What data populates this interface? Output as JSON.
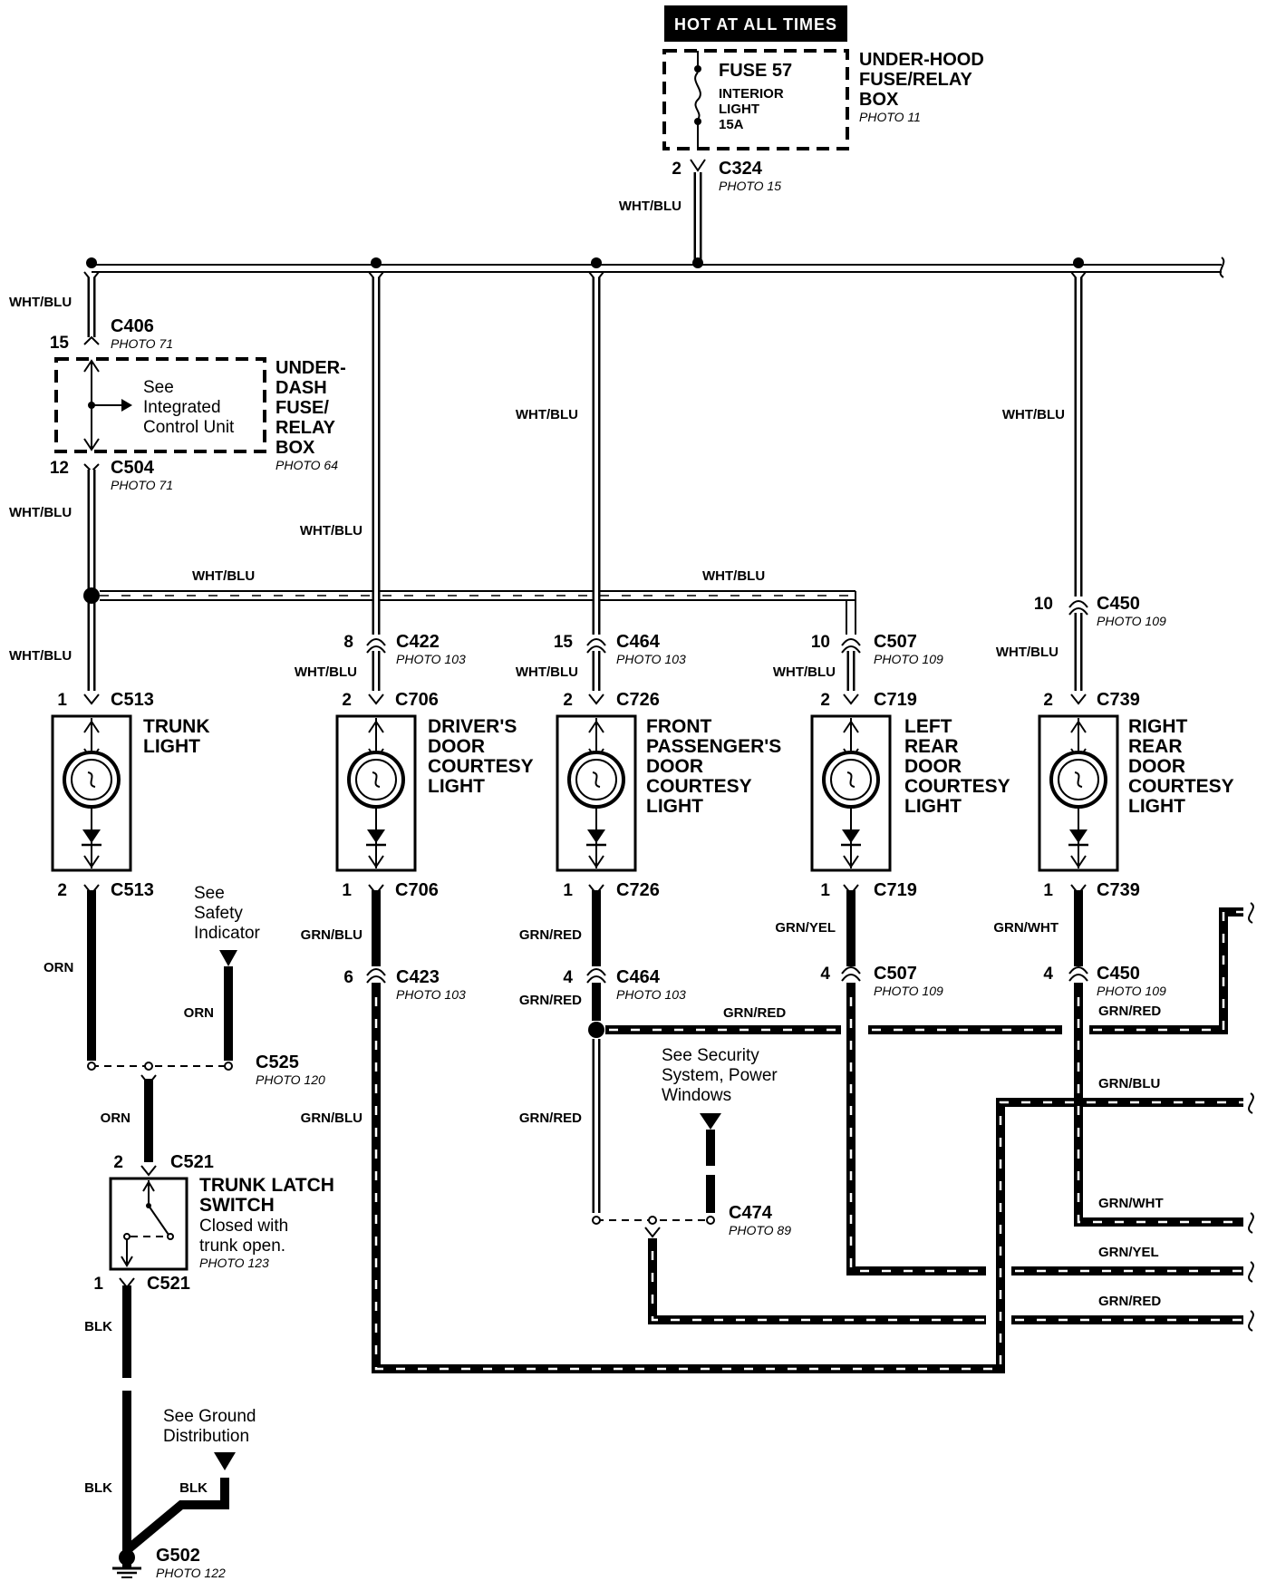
{
  "header": {
    "hot_label": "HOT AT ALL TIMES",
    "fuse_name": "FUSE 57",
    "fuse_desc1": "INTERIOR",
    "fuse_desc2": "LIGHT",
    "fuse_rating": "15A",
    "box_line1": "UNDER-HOOD",
    "box_line2": "FUSE/RELAY",
    "box_line3": "BOX",
    "box_photo": "PHOTO 11",
    "c324_pin": "2",
    "c324": "C324",
    "c324_photo": "PHOTO 15"
  },
  "underdash": {
    "c406_pin": "15",
    "c406": "C406",
    "c406_photo": "PHOTO 71",
    "see1": "See",
    "see2": "Integrated",
    "see3": "Control Unit",
    "title1": "UNDER-",
    "title2": "DASH",
    "title3": "FUSE/",
    "title4": "RELAY",
    "title5": "BOX",
    "photo": "PHOTO 64",
    "c504_pin": "12",
    "c504": "C504",
    "c504_photo": "PHOTO 71"
  },
  "wire_colors": {
    "wht_blu": "WHT/BLU",
    "orn": "ORN",
    "blk": "BLK",
    "grn_blu": "GRN/BLU",
    "grn_red": "GRN/RED",
    "grn_yel": "GRN/YEL",
    "grn_wht": "GRN/WHT"
  },
  "lights": [
    {
      "top_pin": "1",
      "top_conn": "C513",
      "name1": "TRUNK",
      "name2": "LIGHT",
      "name3": "",
      "name4": "",
      "name5": "",
      "bot_pin": "2",
      "bot_conn": "C513"
    },
    {
      "top_pin": "2",
      "top_conn": "C706",
      "name1": "DRIVER'S",
      "name2": "DOOR",
      "name3": "COURTESY",
      "name4": "LIGHT",
      "name5": "",
      "bot_pin": "1",
      "bot_conn": "C706"
    },
    {
      "top_pin": "2",
      "top_conn": "C726",
      "name1": "FRONT",
      "name2": "PASSENGER'S",
      "name3": "DOOR",
      "name4": "COURTESY",
      "name5": "LIGHT",
      "bot_pin": "1",
      "bot_conn": "C726"
    },
    {
      "top_pin": "2",
      "top_conn": "C719",
      "name1": "LEFT",
      "name2": "REAR",
      "name3": "DOOR",
      "name4": "COURTESY",
      "name5": "LIGHT",
      "bot_pin": "1",
      "bot_conn": "C719"
    },
    {
      "top_pin": "2",
      "top_conn": "C739",
      "name1": "RIGHT",
      "name2": "REAR",
      "name3": "DOOR",
      "name4": "COURTESY",
      "name5": "LIGHT",
      "bot_pin": "1",
      "bot_conn": "C739"
    }
  ],
  "connectors": {
    "c422_pin": "8",
    "c422": "C422",
    "c422_photo": "PHOTO 103",
    "c464_pin": "15",
    "c464": "C464",
    "c464_photo": "PHOTO 103",
    "c507_pin": "10",
    "c507": "C507",
    "c507_photo": "PHOTO 109",
    "c450_pin": "10",
    "c450": "C450",
    "c450_photo": "PHOTO 109",
    "c423_pin": "6",
    "c423": "C423",
    "c423_photo": "PHOTO 103",
    "c464b_pin": "4",
    "c464b": "C464",
    "c464b_photo": "PHOTO 103",
    "c507b_pin": "4",
    "c507b": "C507",
    "c507b_photo": "PHOTO 109",
    "c450b_pin": "4",
    "c450b": "C450",
    "c450b_photo": "PHOTO 109",
    "c525": "C525",
    "c525_photo": "PHOTO 120",
    "c474": "C474",
    "c474_photo": "PHOTO 89"
  },
  "trunk": {
    "see1": "See",
    "see2": "Safety",
    "see3": "Indicator",
    "c521_top_pin": "2",
    "c521_top": "C521",
    "switch1": "TRUNK LATCH",
    "switch2": "SWITCH",
    "switch3": "Closed with",
    "switch4": "trunk open.",
    "switch_photo": "PHOTO 123",
    "c521_bot_pin": "1",
    "c521_bot": "C521"
  },
  "security": {
    "line1": "See Security",
    "line2": "System, Power",
    "line3": "Windows"
  },
  "ground": {
    "see1": "See Ground",
    "see2": "Distribution",
    "g502": "G502",
    "g502_photo": "PHOTO 122"
  }
}
